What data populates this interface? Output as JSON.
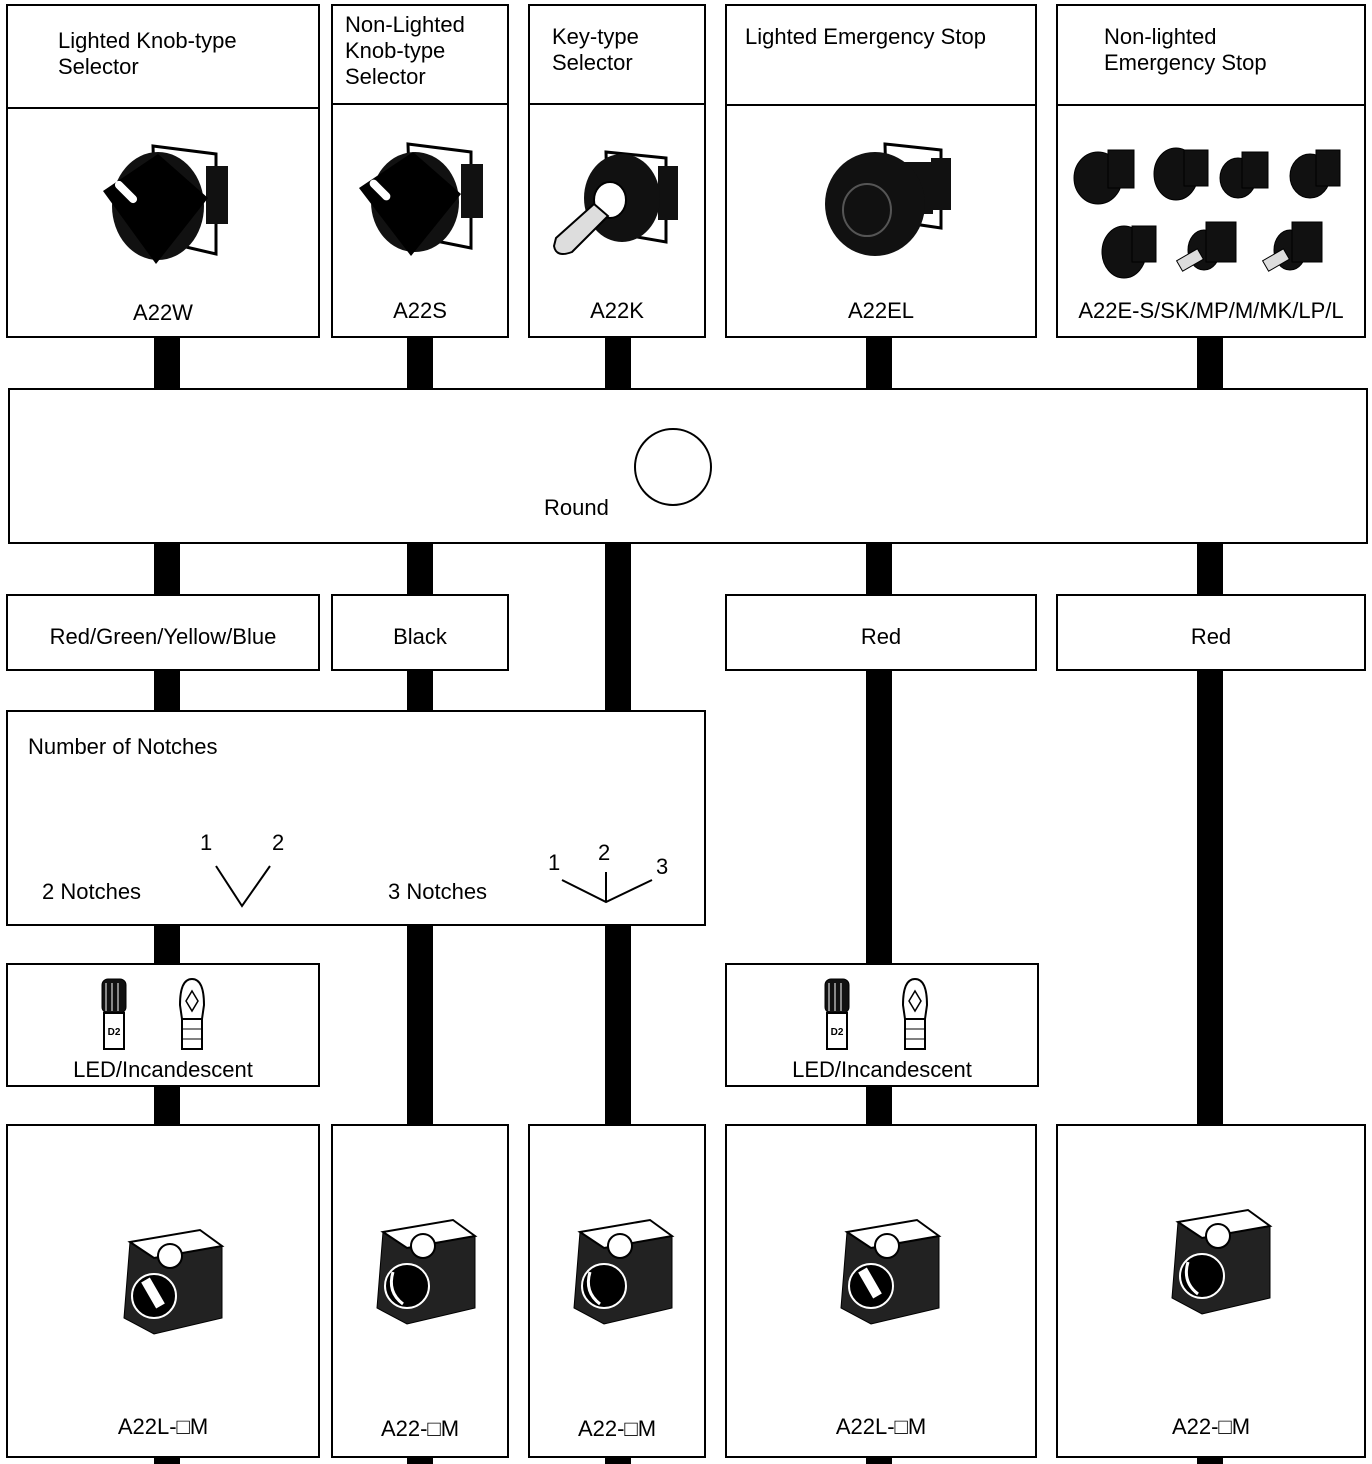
{
  "columns": [
    {
      "title": "Lighted Knob-type\nSelector",
      "model": "A22W",
      "color": "Red/Green/Yellow/Blue",
      "unit": "A22L-□M"
    },
    {
      "title": "Non-Lighted\nKnob-type\nSelector",
      "model": "A22S",
      "color": "Black",
      "unit": "A22-□M"
    },
    {
      "title": "Key-type\nSelector",
      "model": "A22K",
      "unit": "A22-□M"
    },
    {
      "title": "Lighted Emergency Stop",
      "model": "A22EL",
      "color": "Red",
      "unit": "A22L-□M"
    },
    {
      "title": "Non-lighted\nEmergency Stop",
      "model": "A22E-S/SK/MP/M/MK/LP/L",
      "color": "Red",
      "unit": "A22-□M"
    }
  ],
  "shape": {
    "label": "Round"
  },
  "notches": {
    "title": "Number of Notches",
    "two_label": "2 Notches",
    "three_label": "3 Notches",
    "two_positions": [
      "1",
      "2"
    ],
    "three_positions": [
      "1",
      "2",
      "3"
    ]
  },
  "lamp": {
    "label": "LED/Incandescent",
    "led_mark": "D2"
  }
}
